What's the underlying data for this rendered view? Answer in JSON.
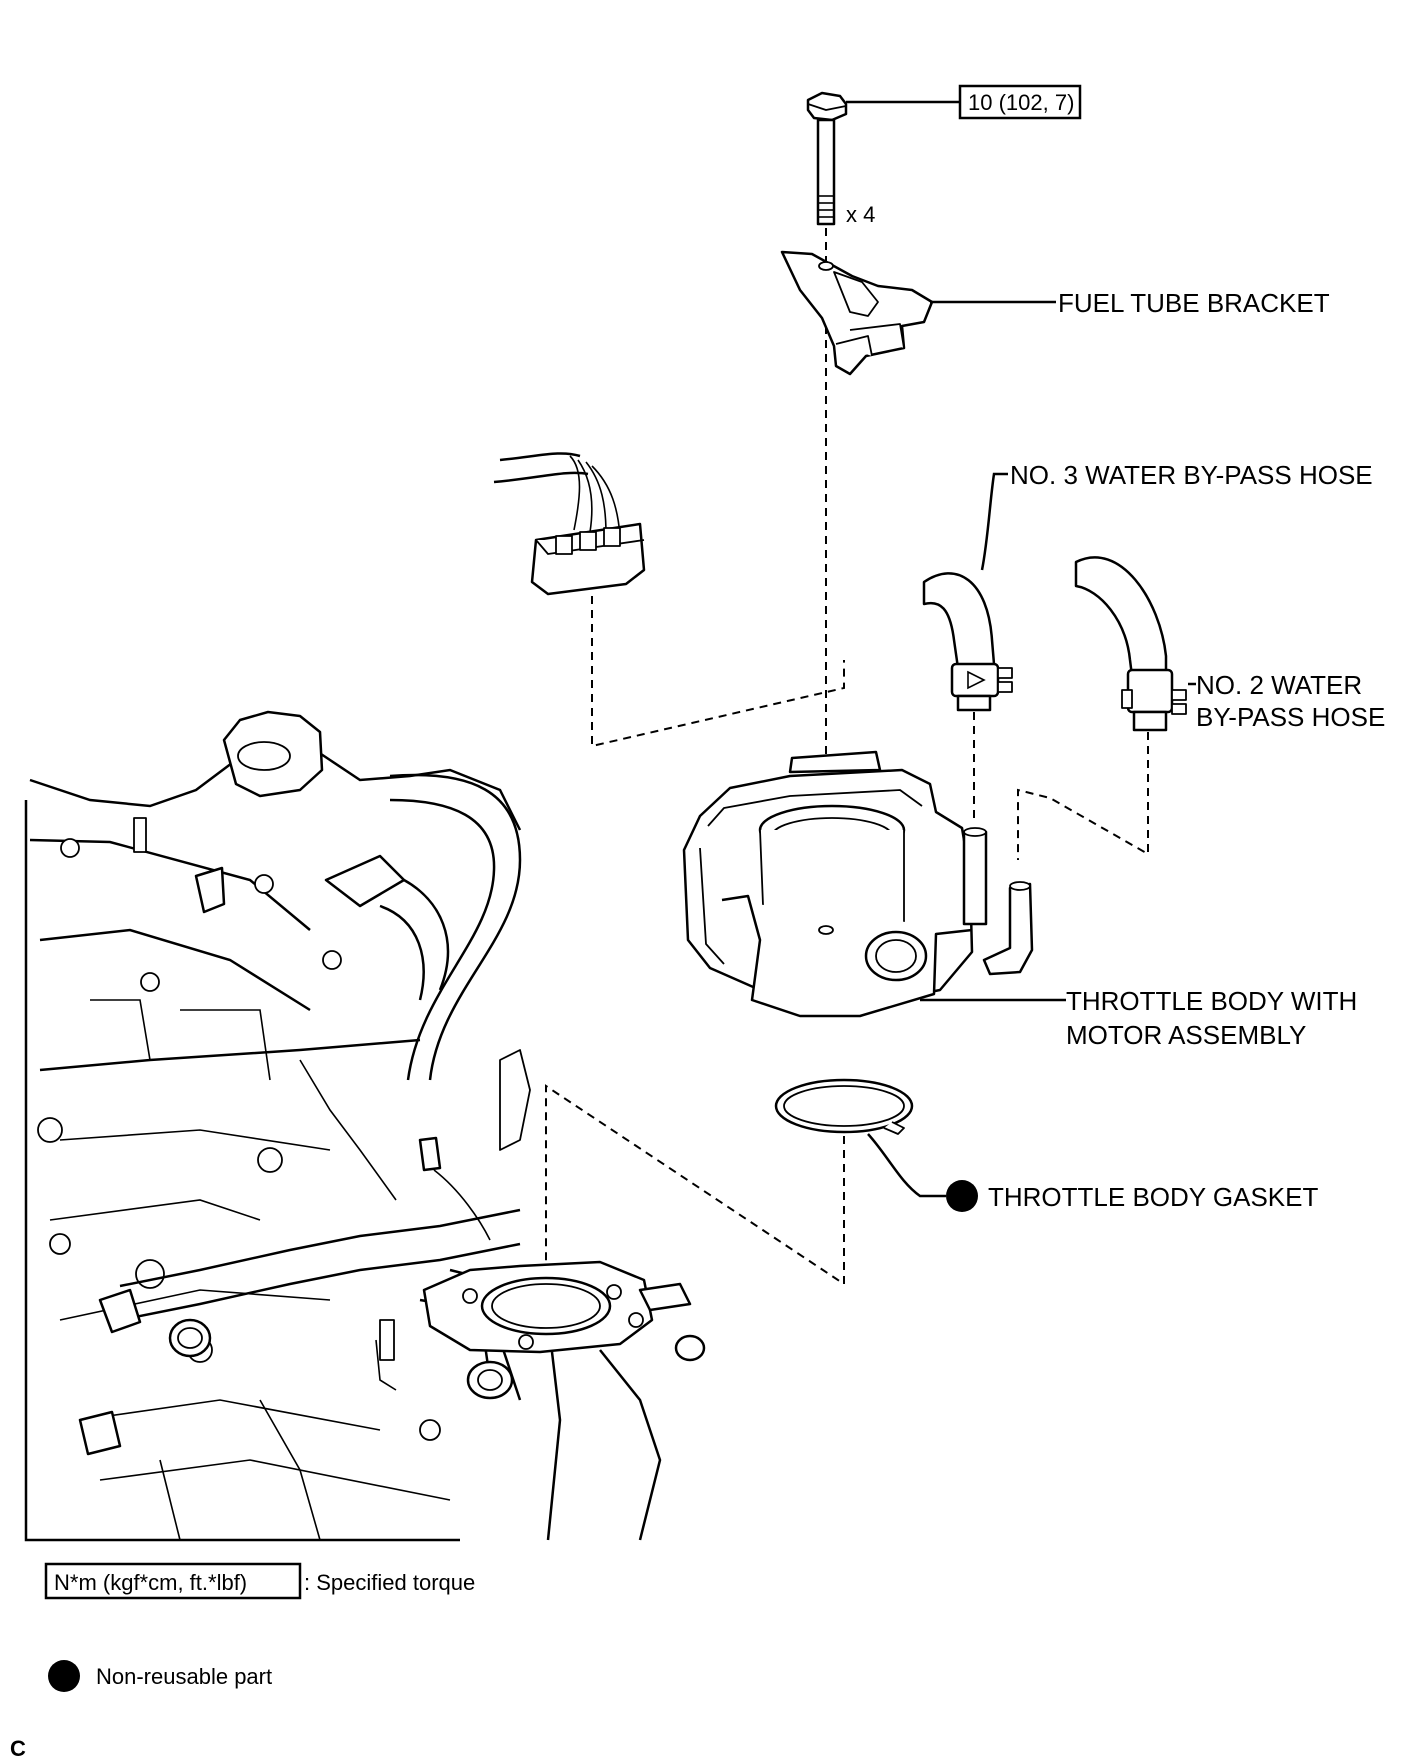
{
  "torque_spec": {
    "value": "10 (102, 7)",
    "quantity": "x 4"
  },
  "labels": {
    "fuel_tube_bracket": "FUEL TUBE BRACKET",
    "water_hose_3": "NO. 3 WATER BY-PASS HOSE",
    "water_hose_2_line1": "NO. 2 WATER",
    "water_hose_2_line2": "BY-PASS HOSE",
    "throttle_body_line1": "THROTTLE BODY WITH",
    "throttle_body_line2": "MOTOR ASSEMBLY",
    "throttle_gasket": "THROTTLE BODY GASKET"
  },
  "legend": {
    "torque_units": "N*m (kgf*cm, ft.*lbf)",
    "torque_desc": ": Specified torque",
    "non_reusable": "Non-reusable part"
  },
  "figure_code": "C",
  "colors": {
    "ink": "#000000",
    "paper": "#ffffff"
  }
}
